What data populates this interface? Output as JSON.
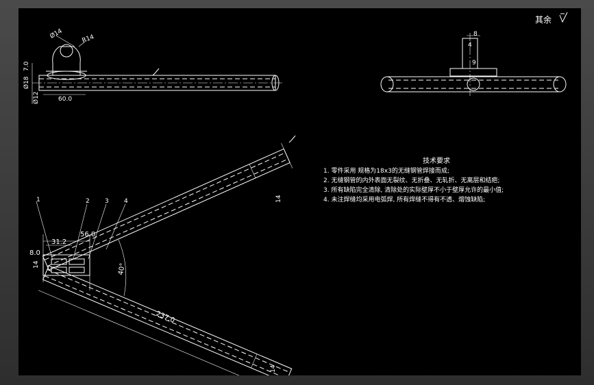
{
  "roughness_note": {
    "label": "其余"
  },
  "top_view": {
    "dims": {
      "lug_hole": "Ø14",
      "lug_radius": "R14",
      "lug_height": "7.0",
      "tube_od": "Ø18",
      "tube_id": "Ø12",
      "lug_length": "60.0"
    }
  },
  "side_view": {
    "dims": {
      "height_top": "8",
      "height_mid": "4",
      "height_lower": "9"
    }
  },
  "main_view": {
    "part_numbers": [
      "1",
      "2",
      "3",
      "4"
    ],
    "dims": {
      "overall_width": "56.0",
      "inner_width": "31.2",
      "offset": "8.0",
      "small_height": "14",
      "angle": "40°",
      "length": "237.0",
      "end_upper": "14",
      "end_lower": "14"
    }
  },
  "tech_requirements": {
    "title": "技术要求",
    "items": [
      "1. 零件采用 规格为18x3的无缝钢管焊接而成;",
      "2. 无缝钢管的内外表面无裂纹、无折叠、无轧折、无离层和结疤;",
      "3. 所有缺陷完全清除, 清除处的实际壁厚不小于壁厚允许的最小值;",
      "4. 未注焊缝均采用电弧焊, 所有焊缝不得有不透、熔蚀缺陷;"
    ]
  },
  "colors": {
    "background": "#000000",
    "line": "#ffffff",
    "frame": "#3a3a3a"
  }
}
